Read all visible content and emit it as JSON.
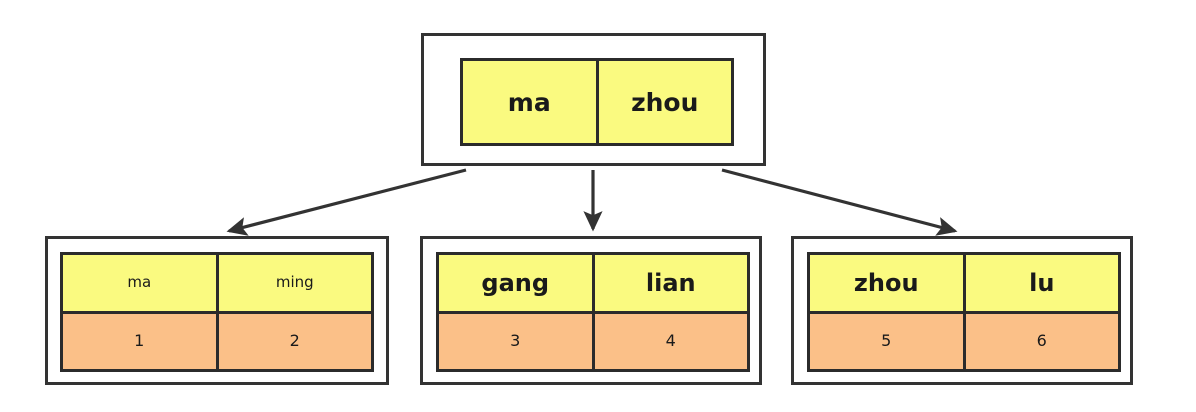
{
  "diagram": {
    "type": "b-tree",
    "title": "",
    "colors": {
      "key_fill": "#fafa80",
      "value_fill": "#fbc088",
      "border": "#2b2b2b",
      "node_border": "#333333",
      "edge": "#333333",
      "background": "#ffffff",
      "text": "#1a1a1a"
    },
    "root": {
      "label": "root-node",
      "keys": [
        "ma",
        "zhou"
      ],
      "values": []
    },
    "children": [
      {
        "label": "leaf-node-left",
        "keys": [
          "ma",
          "ming"
        ],
        "values": [
          "1",
          "2"
        ]
      },
      {
        "label": "leaf-node-middle",
        "keys": [
          "gang",
          "lian"
        ],
        "values": [
          "3",
          "4"
        ]
      },
      {
        "label": "leaf-node-right",
        "keys": [
          "zhou",
          "lu"
        ],
        "values": [
          "5",
          "6"
        ]
      }
    ],
    "edges": [
      {
        "label": "edge-root-to-left",
        "from": "root",
        "to": "leaf-node-left",
        "direction": "down-left"
      },
      {
        "label": "edge-root-to-middle",
        "from": "root",
        "to": "leaf-node-middle",
        "direction": "down"
      },
      {
        "label": "edge-root-to-right",
        "from": "root",
        "to": "leaf-node-right",
        "direction": "down-right"
      }
    ]
  }
}
